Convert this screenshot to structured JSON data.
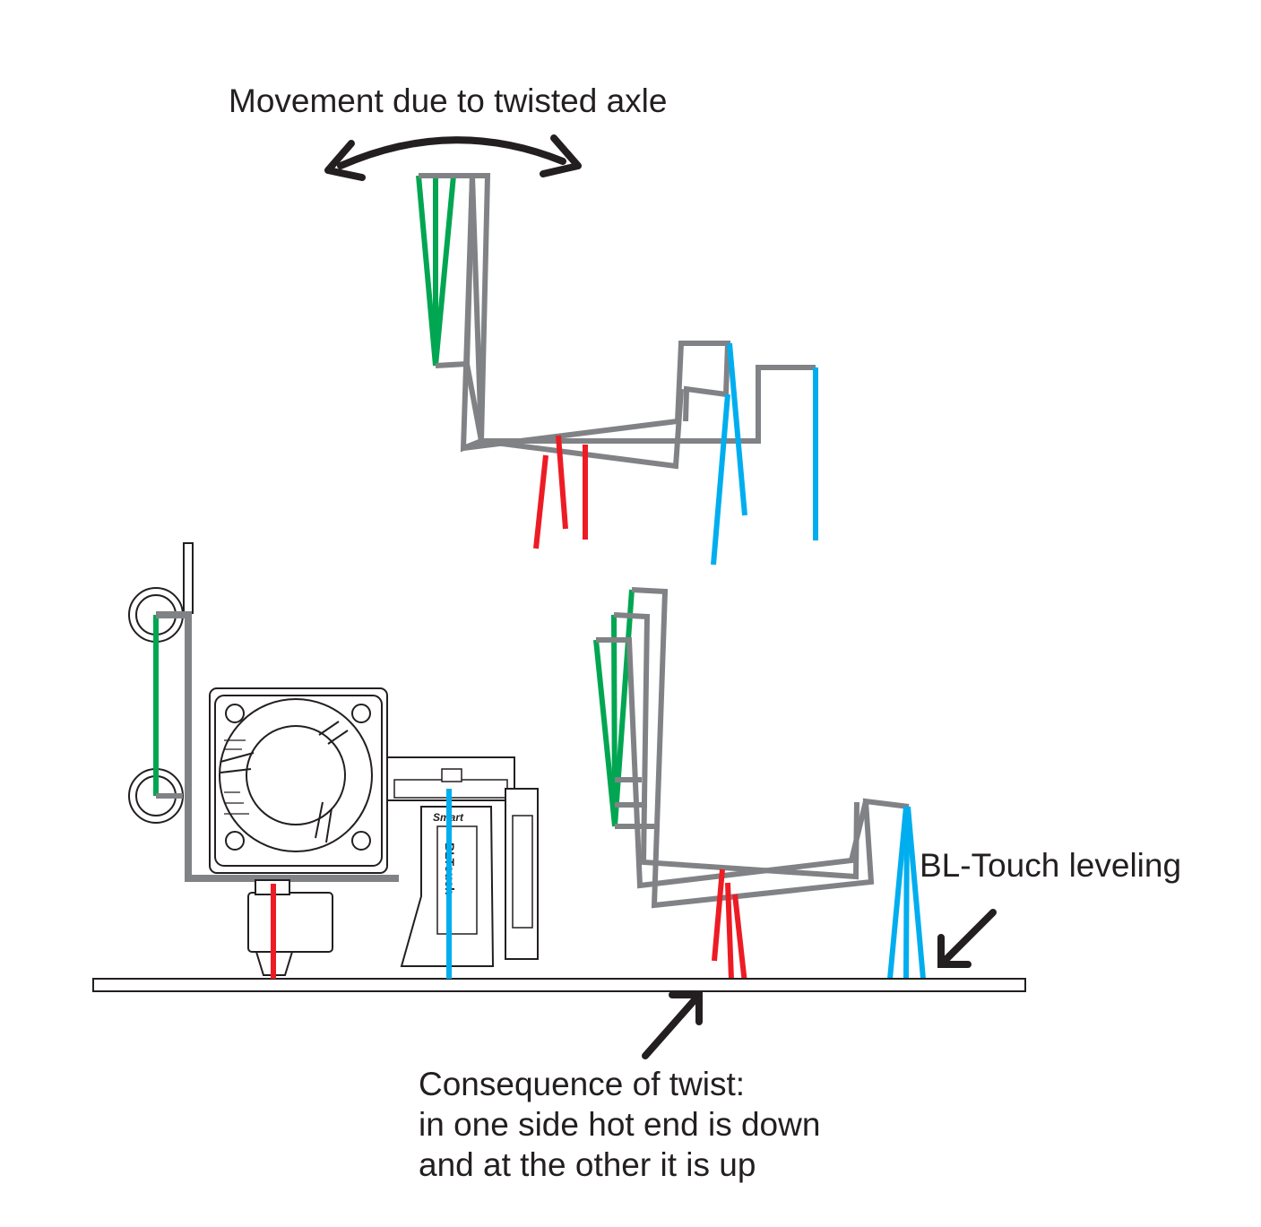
{
  "labels": {
    "movement": "Movement due to twisted axle",
    "bltouch_leveling": "BL-Touch leveling",
    "consequence": [
      "Consequence of twist:",
      "in one side hot end is down",
      "and at the other it is up"
    ]
  },
  "device_text": {
    "probe_brand": "Smart",
    "probe_name": "BLTouch"
  },
  "colors": {
    "frame": "#808285",
    "wheel_axis": "#00a651",
    "hotend_nozzle": "#ed1c24",
    "probe": "#00aeef",
    "outline": "#231f20",
    "text": "#231f20"
  },
  "icons": [
    "double-headed-curved-arrow",
    "arrow-icon",
    "arrow-icon",
    "fan-icon",
    "wheel-icon"
  ]
}
